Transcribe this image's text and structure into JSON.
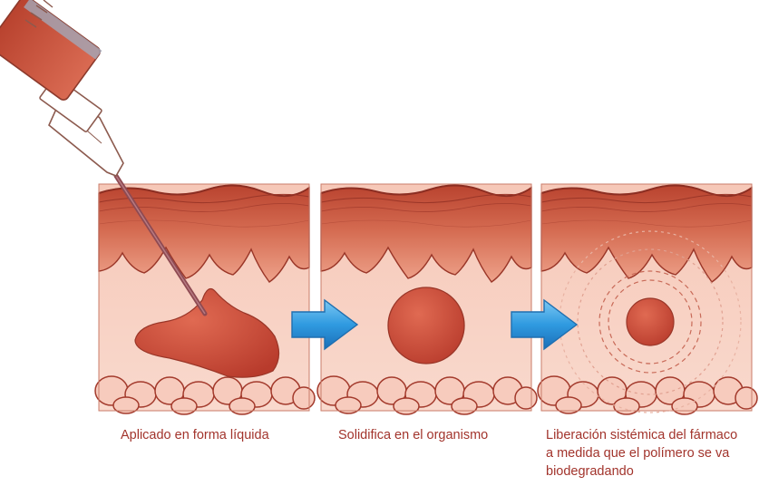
{
  "figure": {
    "panels": [
      {
        "id": "panel-1",
        "stage": "liquid-injection",
        "caption_lines": [
          "Aplicado en forma líquida"
        ]
      },
      {
        "id": "panel-2",
        "stage": "solid-depot",
        "caption_lines": [
          "Solidifica en el organismo"
        ]
      },
      {
        "id": "panel-3",
        "stage": "drug-release",
        "caption_lines": [
          "Liberación sistémica del fármaco",
          "a medida que el polímero se va",
          "biodegradando"
        ]
      }
    ],
    "arrows": 2,
    "colors": {
      "depot": "#c14635",
      "depot_light": "#d96650",
      "skin_top": "#c85a44",
      "dermis": "#f2b6a2",
      "tissue": "#f9d7cb",
      "outline": "#9a3628",
      "arrow_fill": "#3aa5e3",
      "arrow_edge": "#1f6fb0",
      "caption": "#a2342c"
    }
  }
}
